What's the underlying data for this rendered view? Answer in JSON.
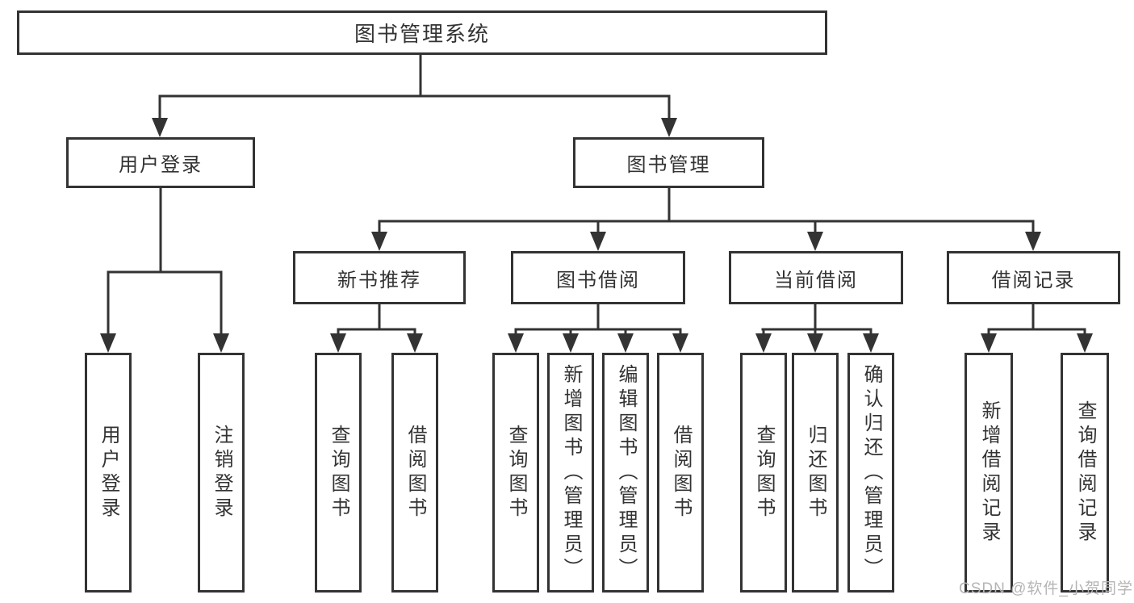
{
  "tree": {
    "root": {
      "label": "图书管理系统",
      "children": [
        {
          "label": "用户登录",
          "children": [
            {
              "label": "用户登录"
            },
            {
              "label": "注销登录"
            }
          ]
        },
        {
          "label": "图书管理",
          "children": [
            {
              "label": "新书推荐",
              "children": [
                {
                  "label": "查询图书"
                },
                {
                  "label": "借阅图书"
                }
              ]
            },
            {
              "label": "图书借阅",
              "children": [
                {
                  "label": "查询图书"
                },
                {
                  "label": "新增图书（管理员）"
                },
                {
                  "label": "编辑图书（管理员）"
                },
                {
                  "label": "借阅图书"
                }
              ]
            },
            {
              "label": "当前借阅",
              "children": [
                {
                  "label": "查询图书"
                },
                {
                  "label": "归还图书"
                },
                {
                  "label": "确认归还（管理员）"
                }
              ]
            },
            {
              "label": "借阅记录",
              "children": [
                {
                  "label": "新增借阅记录"
                },
                {
                  "label": "查询借阅记录"
                }
              ]
            }
          ]
        }
      ]
    }
  },
  "watermark": {
    "text": "CSDN @软件_小贺同学"
  },
  "colors": {
    "line": "#333333",
    "text": "#333333",
    "background": "#ffffff",
    "watermark": "#b5b5b5"
  }
}
